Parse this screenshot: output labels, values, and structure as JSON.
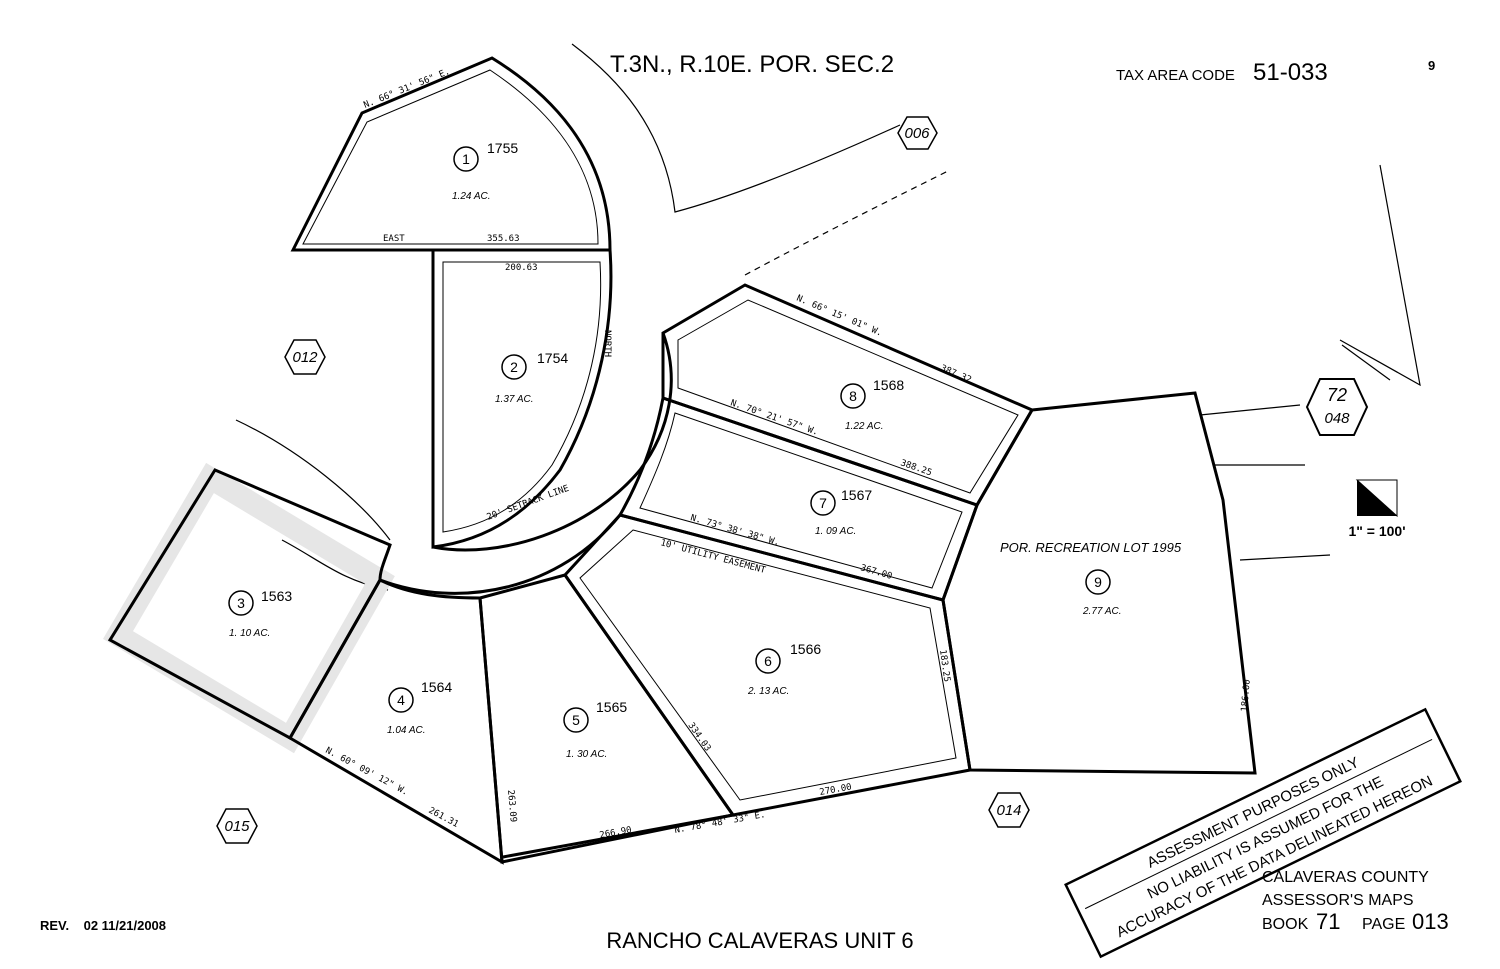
{
  "header": {
    "township": "T.3N., R.10E. POR. SEC.2",
    "tax_area_label": "TAX AREA CODE",
    "tax_area_code": "51-033",
    "corner_number": "9"
  },
  "adjacent_pages": {
    "p006": "006",
    "p012": "012",
    "p015": "015",
    "p014": "014",
    "book_page_top": "72",
    "book_page_bottom": "048"
  },
  "scale": "1\" = 100'",
  "parcels": {
    "p1": {
      "num": "1",
      "lot": "1755",
      "acres": "1.24 AC."
    },
    "p2": {
      "num": "2",
      "lot": "1754",
      "acres": "1.37 AC."
    },
    "p3": {
      "num": "3",
      "lot": "1563",
      "acres": "1. 10 AC."
    },
    "p4": {
      "num": "4",
      "lot": "1564",
      "acres": "1.04 AC."
    },
    "p5": {
      "num": "5",
      "lot": "1565",
      "acres": "1. 30 AC."
    },
    "p6": {
      "num": "6",
      "lot": "1566",
      "acres": "2. 13 AC."
    },
    "p7": {
      "num": "7",
      "lot": "1567",
      "acres": "1. 09 AC."
    },
    "p8": {
      "num": "8",
      "lot": "1568",
      "acres": "1.22 AC."
    },
    "p9": {
      "num": "9",
      "lot_label": "POR. RECREATION LOT 1995",
      "acres": "2.77 AC."
    }
  },
  "dims": {
    "d_east": "EAST",
    "d_355": "355.63",
    "d_200": "200.63",
    "d_n66": "N. 66° 31' 56\" E.",
    "d_north": "NORTH",
    "d_n66w": "N. 66° 15' 01\" W.",
    "d_38732": "387.32",
    "d_n70": "N. 70° 21' 57\" W.",
    "d_38825": "388.25",
    "d_n73": "N. 73° 38' 38\" W.",
    "d_36700": "367.00",
    "d_utility": "10' UTILITY EASEMENT",
    "d_setback": "20' SETBACK LINE",
    "d_n60": "N. 60° 09' 12\" W.",
    "d_26131": "261.31",
    "d_n78": "N. 78° 48' 33\" E.",
    "d_26690": "266.90",
    "d_27000": "270.00",
    "d_33403": "334.03",
    "d_26309": "263.09",
    "d_18325": "183.25",
    "d_18600": "186.00"
  },
  "notice": {
    "line1": "ASSESSMENT PURPOSES ONLY",
    "line2": "NO LIABILITY IS ASSUMED FOR THE",
    "line3": "ACCURACY OF THE DATA DELINEATED HEREON"
  },
  "footer": {
    "revision": "REV.    02 11/21/2008",
    "subdivision": "RANCHO CALAVERAS UNIT 6",
    "county": "CALAVERAS COUNTY",
    "maps": "ASSESSOR'S MAPS",
    "book_label": "BOOK",
    "book_no": "71",
    "page_label": "PAGE",
    "page_no": "013"
  }
}
